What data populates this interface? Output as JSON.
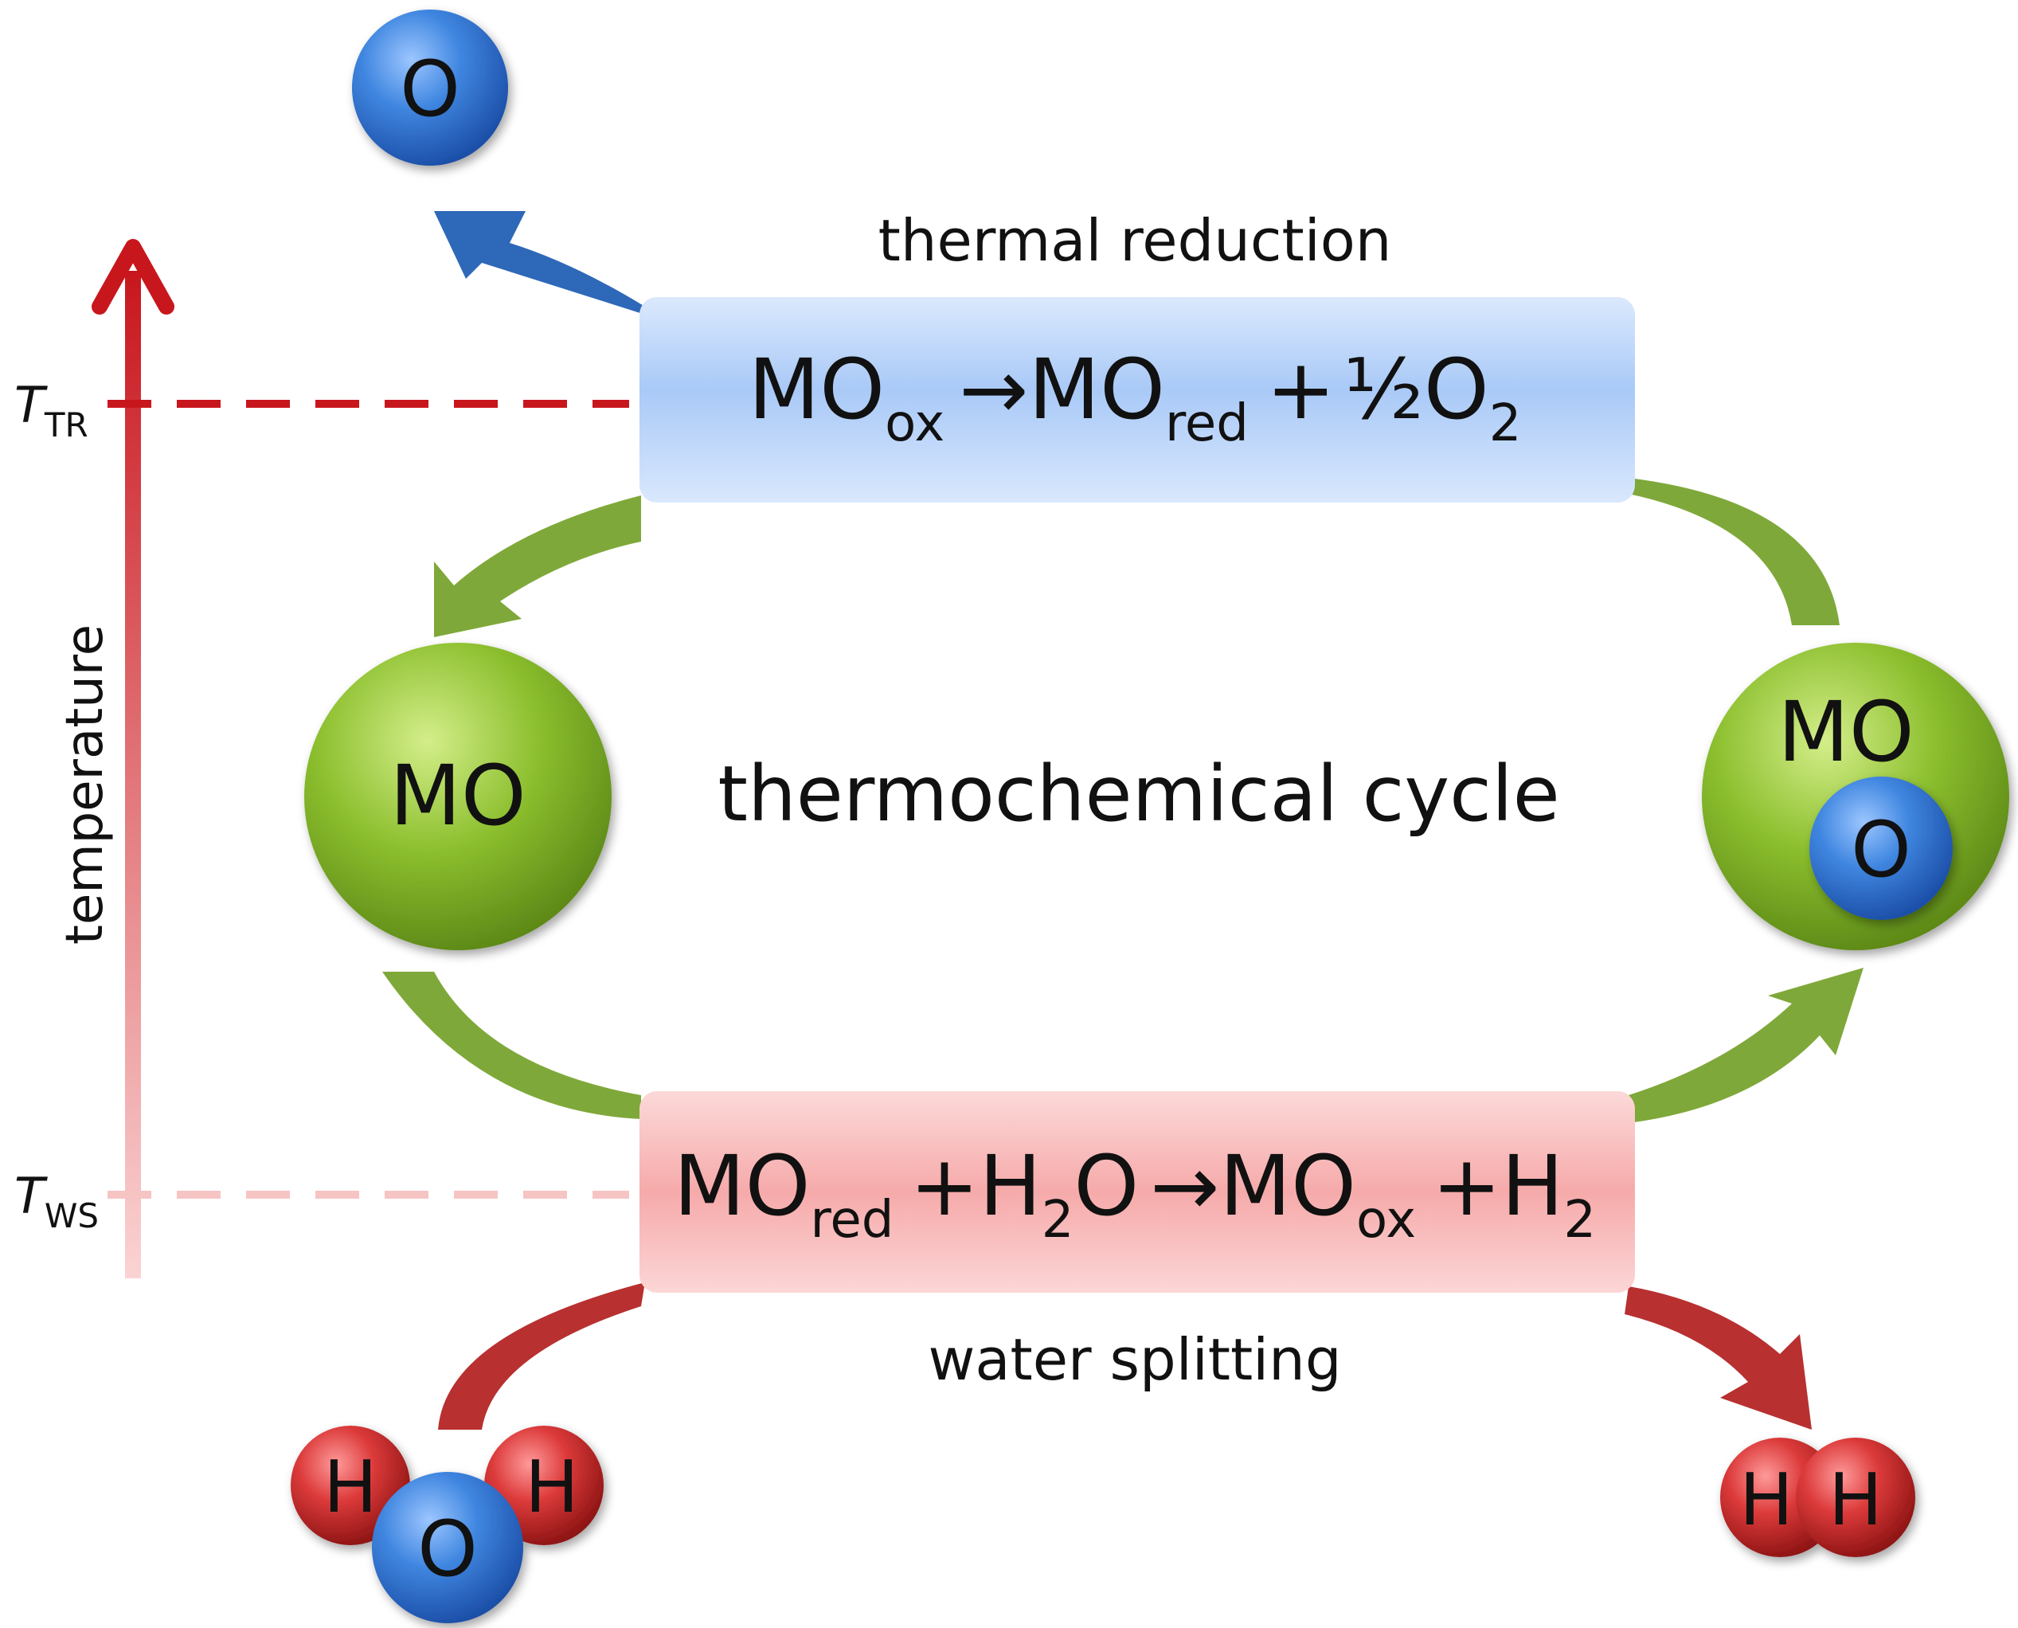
{
  "temperature_axis": {
    "label": "temperature",
    "t_tr": {
      "symbol": "T",
      "subscript": "TR"
    },
    "t_ws": {
      "symbol": "T",
      "subscript": "WS"
    }
  },
  "thermal_reduction": {
    "label": "thermal reduction",
    "equation": {
      "mo_ox_main": "MO",
      "mo_ox_sub": "ox",
      "arrow": "→",
      "mo_red_main": "MO",
      "mo_red_sub": "red",
      "plus": "+",
      "half": "½",
      "o2_main": "O",
      "o2_sub": "2"
    }
  },
  "water_splitting": {
    "label": "water splitting",
    "equation": {
      "mo_red_main": "MO",
      "mo_red_sub": "red",
      "plus1": "+",
      "h2o_h": "H",
      "h2o_sub": "2",
      "h2o_o": "O",
      "arrow": "→",
      "mo_ox_main": "MO",
      "mo_ox_sub": "ox",
      "plus2": "+",
      "h2_main": "H",
      "h2_sub": "2"
    }
  },
  "center_label": "thermochemical cycle",
  "left_sphere_label": "MO",
  "right_sphere": {
    "label": "MO",
    "inner_atom": "O"
  },
  "released_oxygen": "O",
  "water_molecule": {
    "h1": "H",
    "o": "O",
    "h2": "H"
  },
  "hydrogen_molecule": {
    "h1": "H",
    "h2": "H"
  },
  "colors": {
    "oxygen_blue": "#3a7bd5",
    "hydrogen_red": "#d03030",
    "metal_oxide_green": "#8cba35",
    "cycle_arrow_green": "#7fa83a",
    "reduction_box": "#a8c8f8",
    "splitting_box": "#f8b4b4",
    "temperature_red": "#c8161d",
    "water_arrow_red": "#b83030"
  }
}
